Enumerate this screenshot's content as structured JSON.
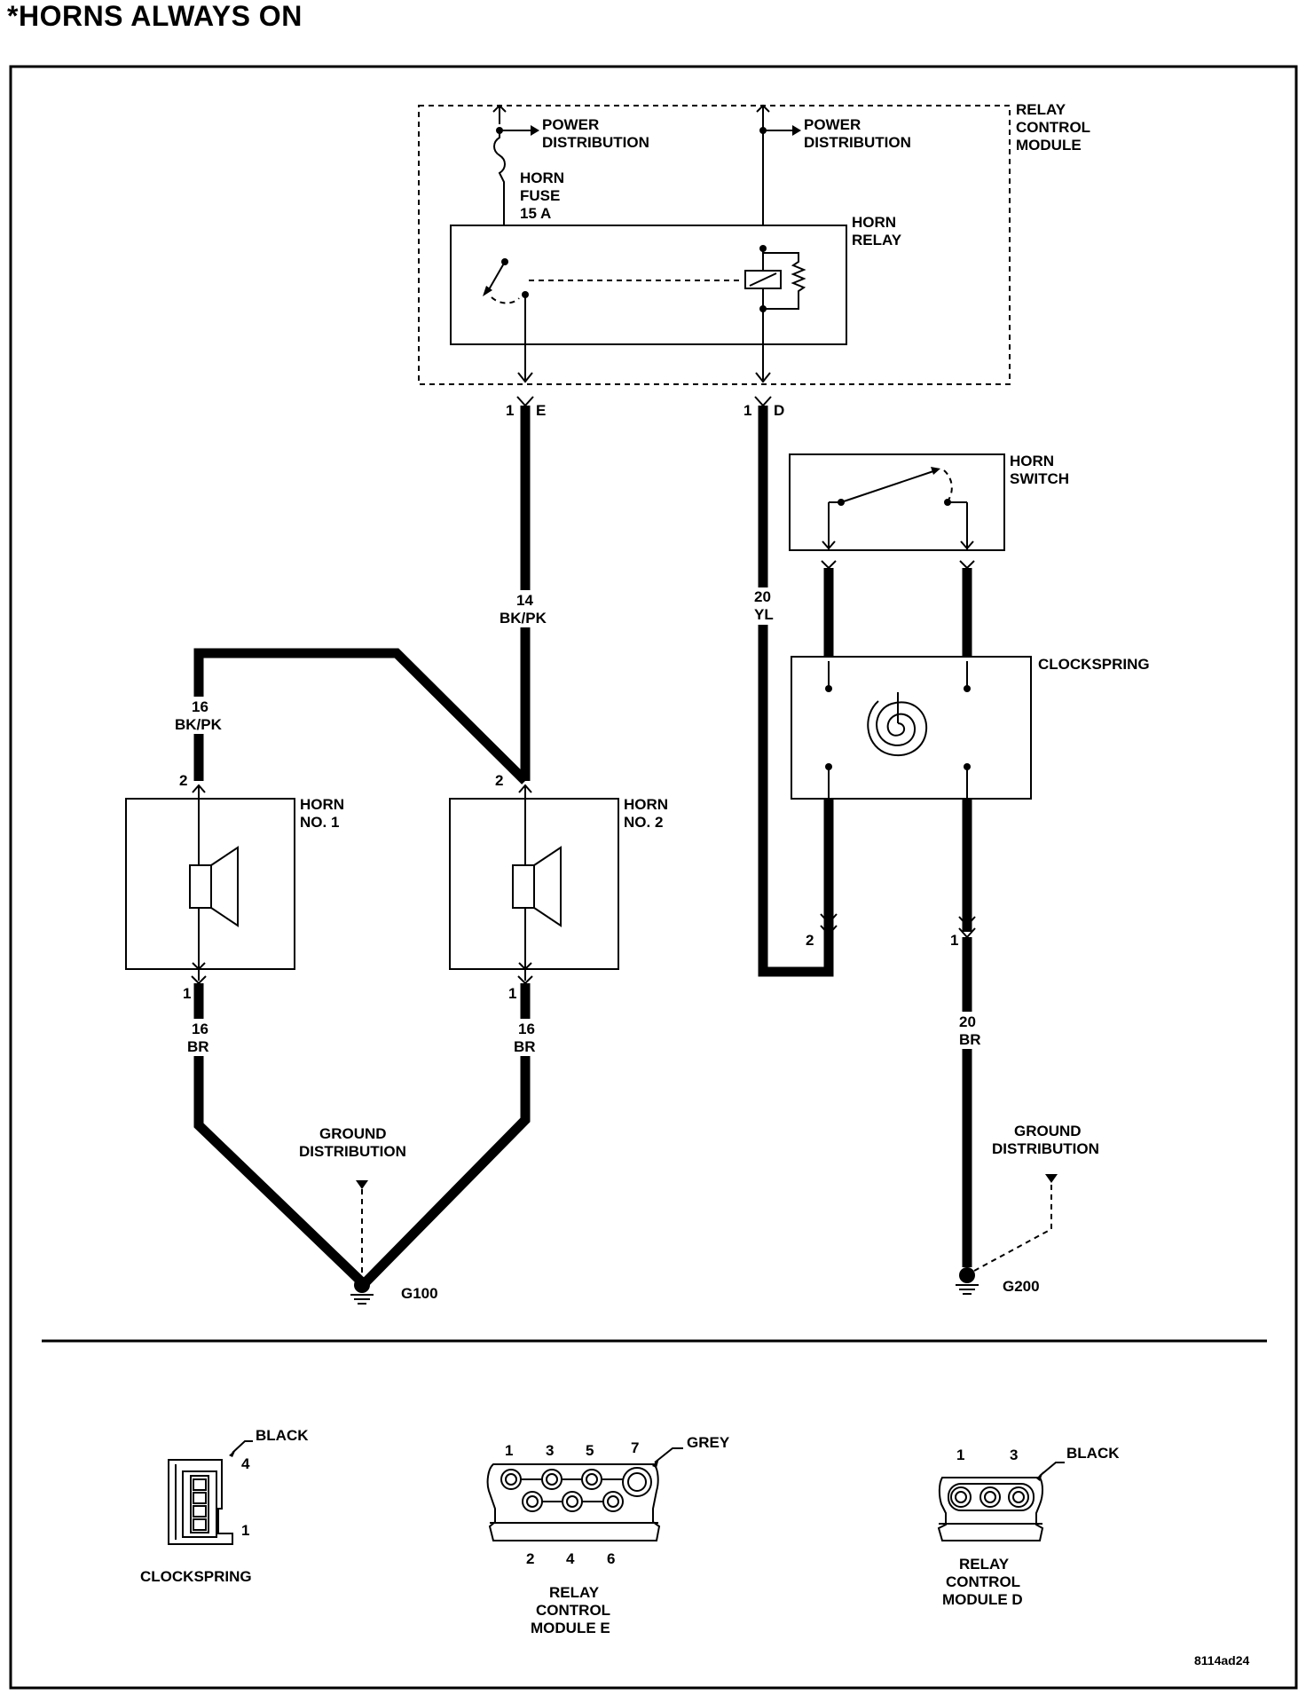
{
  "title": "*HORNS ALWAYS ON",
  "relay_control_module": {
    "label_lines": [
      "RELAY",
      "CONTROL",
      "MODULE"
    ]
  },
  "power_distribution_left": [
    "POWER",
    "DISTRIBUTION"
  ],
  "power_distribution_right": [
    "POWER",
    "DISTRIBUTION"
  ],
  "horn_fuse": [
    "HORN",
    "FUSE",
    "15 A"
  ],
  "horn_relay": [
    "HORN",
    "RELAY"
  ],
  "horn_switch": [
    "HORN",
    "SWITCH"
  ],
  "clockspring": "CLOCKSPRING",
  "horn1": [
    "HORN",
    "NO. 1"
  ],
  "horn2": [
    "HORN",
    "NO. 2"
  ],
  "pins": {
    "rcm_e_pin": "1",
    "rcm_e_conn": "E",
    "rcm_d_pin": "1",
    "rcm_d_conn": "D",
    "horn1_top": "2",
    "horn1_bottom": "1",
    "horn2_top": "2",
    "horn2_bottom": "1",
    "clock_left": "2",
    "clock_right": "1"
  },
  "wires": {
    "bkpk14": [
      "14",
      "BK/PK"
    ],
    "bkpk16": [
      "16",
      "BK/PK"
    ],
    "yl20": [
      "20",
      "YL"
    ],
    "br16_left": [
      "16",
      "BR"
    ],
    "br16_right": [
      "16",
      "BR"
    ],
    "br20": [
      "20",
      "BR"
    ]
  },
  "ground_left": {
    "label": [
      "GROUND",
      "DISTRIBUTION"
    ],
    "id": "G100"
  },
  "ground_right": {
    "label": [
      "GROUND",
      "DISTRIBUTION"
    ],
    "id": "G200"
  },
  "connectors": {
    "clockspring": {
      "color": "BLACK",
      "pin_top": "4",
      "pin_bottom": "1",
      "name": "CLOCKSPRING"
    },
    "rcm_e": {
      "color": "GREY",
      "top_pins": [
        "1",
        "3",
        "5",
        "7"
      ],
      "bottom_pins": [
        "2",
        "4",
        "6"
      ],
      "name": [
        "RELAY",
        "CONTROL",
        "MODULE E"
      ]
    },
    "rcm_d": {
      "color": "BLACK",
      "top_pins": [
        "1",
        "3"
      ],
      "name": [
        "RELAY",
        "CONTROL",
        "MODULE D"
      ]
    }
  },
  "figure_id": "8114ad24"
}
